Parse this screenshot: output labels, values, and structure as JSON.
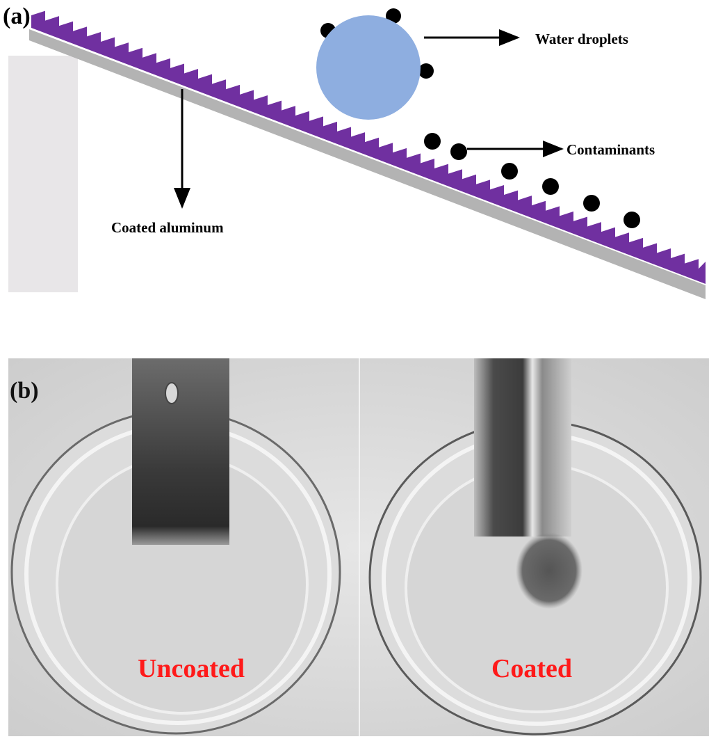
{
  "panel_a": {
    "label": "(a)",
    "annotations": {
      "water_droplets": "Water droplets",
      "contaminants": "Contaminants",
      "coated_aluminum": "Coated aluminum"
    },
    "colors": {
      "coating": "#7030a0",
      "substrate": "#b3b3b3",
      "support": "#e8e6e8",
      "droplet": "#8eaee0",
      "contaminant": "#000000"
    }
  },
  "panel_b": {
    "label": "(b)",
    "captions": {
      "left": "Uncoated",
      "right": "Coated"
    },
    "caption_color": "#ff1a1a"
  }
}
